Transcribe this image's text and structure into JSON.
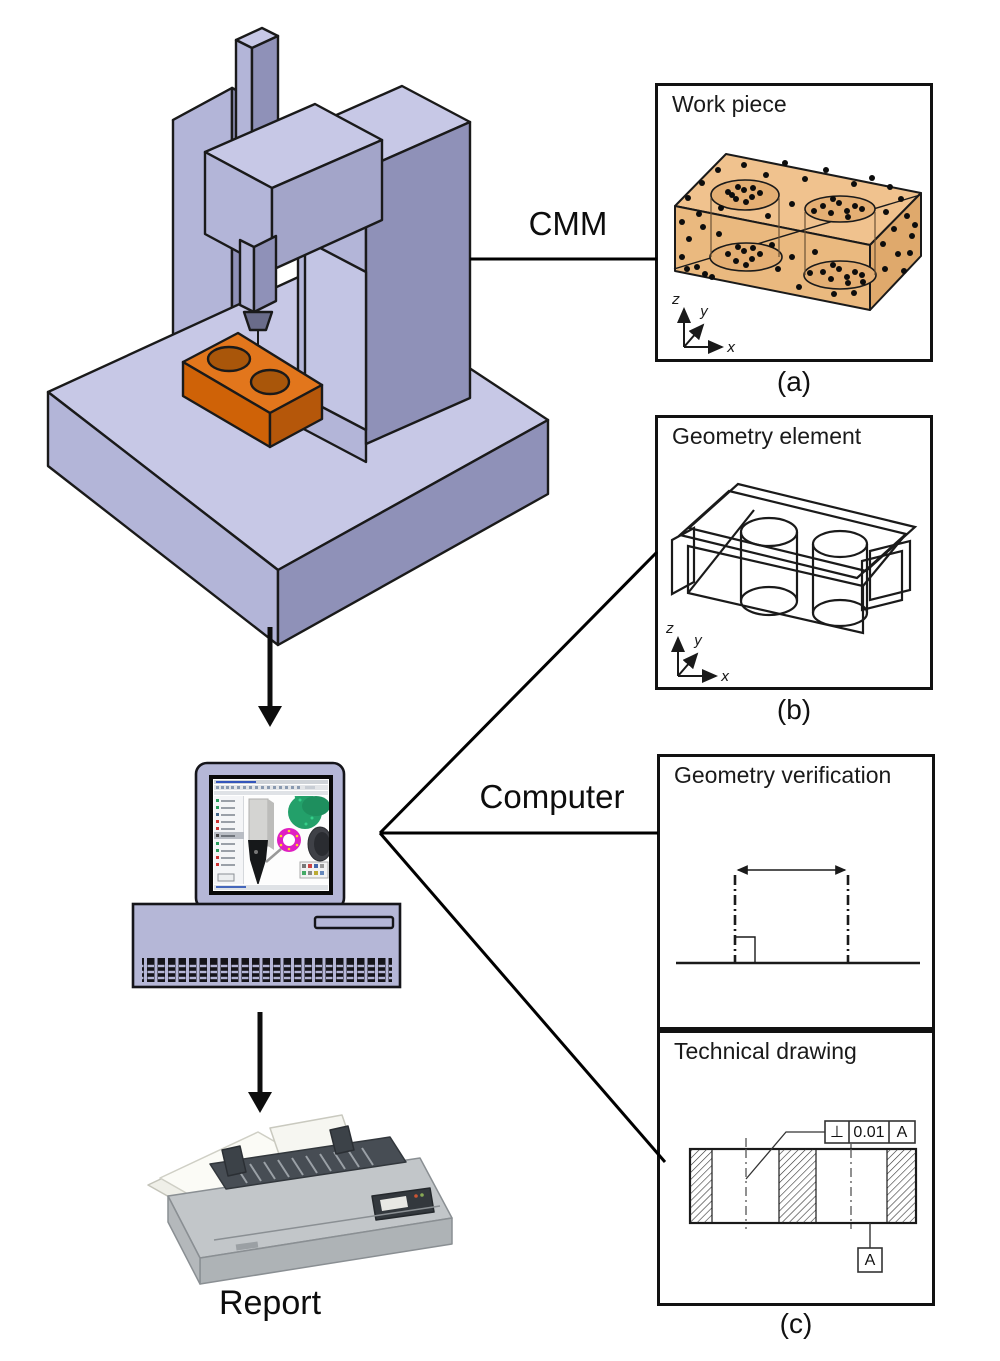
{
  "figure": {
    "labels": {
      "cmm": "CMM",
      "computer": "Computer",
      "report": "Report"
    },
    "captions": {
      "a": "(a)",
      "b": "(b)",
      "c": "(c)"
    },
    "panels": {
      "workpiece": {
        "title": "Work piece"
      },
      "geometry_element": {
        "title": "Geometry element"
      },
      "geometry_verification": {
        "title": "Geometry verification"
      },
      "technical_drawing": {
        "title": "Technical drawing"
      }
    },
    "axes": {
      "x": "x",
      "y": "y",
      "z": "z"
    },
    "fcf": {
      "symbol": "⊥",
      "tolerance": "0.01",
      "datum": "A"
    },
    "datum_label": "A",
    "colors": {
      "machine_top": "#c7c8e6",
      "machine_front": "#b3b5d8",
      "machine_side": "#8f91b8",
      "workpiece_top": "#e2761c",
      "workpiece_front": "#cf6207",
      "workpiece_side": "#b5570a",
      "outline": "#1a1a1a",
      "connector": "#000000",
      "cad_green": "#23a06a",
      "cad_magenta": "#df1fc3"
    }
  }
}
